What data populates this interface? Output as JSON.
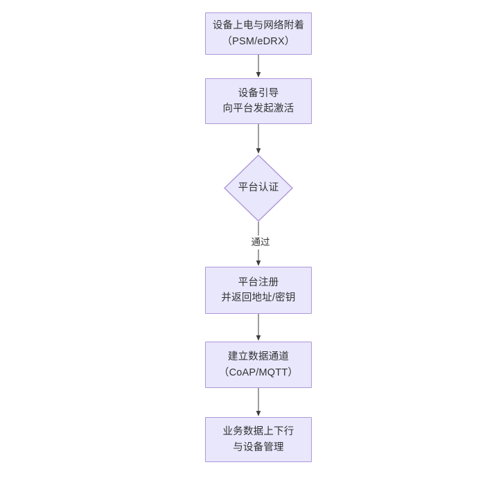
{
  "diagram": {
    "type": "flowchart",
    "orientation": "top-to-bottom",
    "background_color": "#ffffff",
    "node_fill_color": "#e9e7fc",
    "node_border_color": "#ae96d8",
    "text_color": "#333333",
    "connector_color": "#4d4d4d",
    "nodes": [
      {
        "id": "power-on",
        "shape": "rectangle",
        "label": "设备上电与网络附着\n（PSM/eDRX）"
      },
      {
        "id": "bootstrap",
        "shape": "rectangle",
        "label": "设备引导\n向平台发起激活"
      },
      {
        "id": "platform-auth",
        "shape": "diamond",
        "label": "平台认证"
      },
      {
        "id": "platform-register",
        "shape": "rectangle",
        "label": "平台注册\n并返回地址/密钥"
      },
      {
        "id": "data-channel",
        "shape": "rectangle",
        "label": "建立数据通道\n（CoAP/MQTT）"
      },
      {
        "id": "business-data",
        "shape": "rectangle",
        "label": "业务数据上下行\n与设备管理"
      }
    ],
    "edges": [
      {
        "from": "power-on",
        "to": "bootstrap",
        "label": ""
      },
      {
        "from": "bootstrap",
        "to": "platform-auth",
        "label": ""
      },
      {
        "from": "platform-auth",
        "to": "platform-register",
        "label": "通过"
      },
      {
        "from": "platform-register",
        "to": "data-channel",
        "label": ""
      },
      {
        "from": "data-channel",
        "to": "business-data",
        "label": ""
      }
    ]
  }
}
